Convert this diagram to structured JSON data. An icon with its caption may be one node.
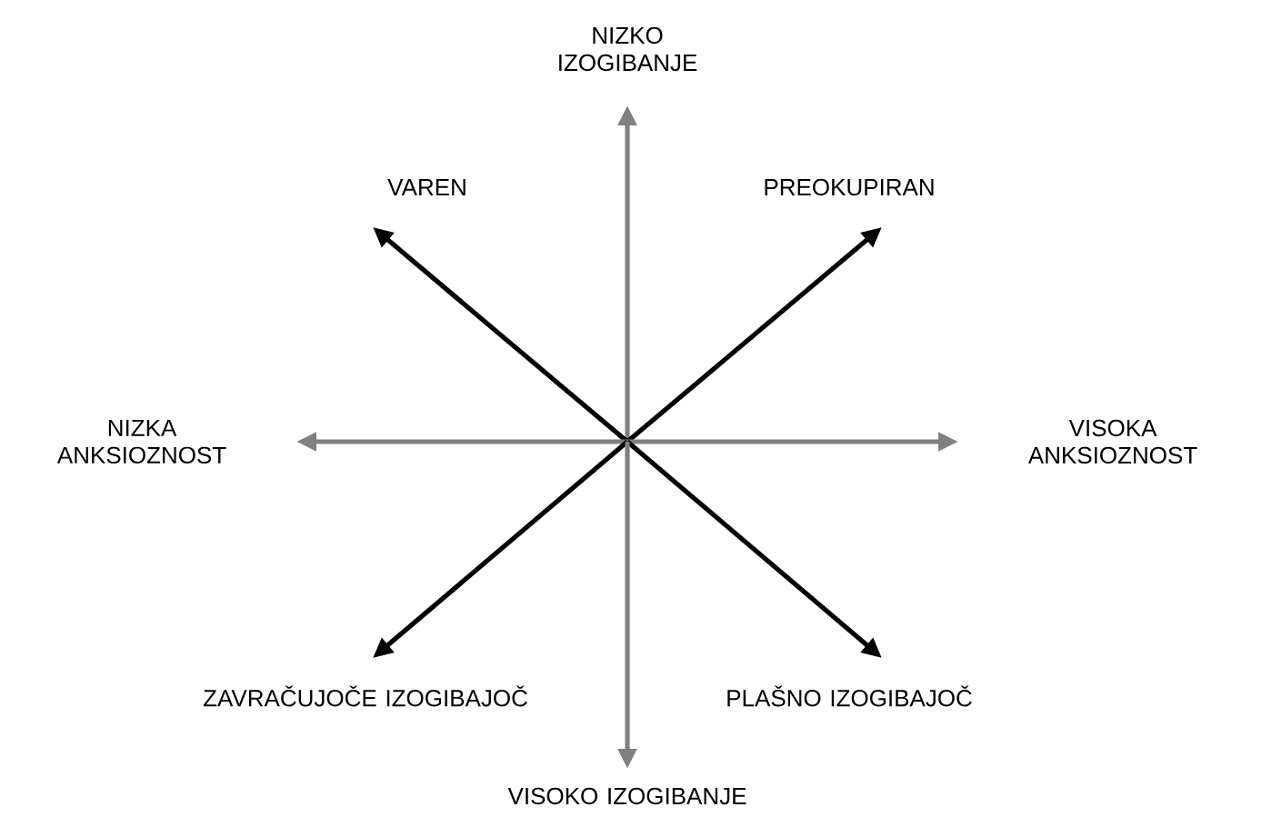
{
  "diagram": {
    "nodes": [
      {
        "text": [
          "NIZKO IZOGIBANJE"
        ]
      },
      {
        "text": [
          "VAREN"
        ]
      },
      {
        "text": [
          "PREOKUPIRAN"
        ]
      },
      {
        "text": [
          "NIZKA ANKSIOZNOST"
        ]
      },
      {
        "text": [
          "VISOKA ANKSIOZNOST"
        ]
      },
      {
        "text": [
          "ZAVRAČUJOČE IZOGIBAJOČ"
        ]
      },
      {
        "text": [
          "PLAŠNO IZOGIBAJOČ"
        ]
      },
      {
        "text": [
          "VISOKO IZOGIBANJE"
        ]
      }
    ],
    "edges": [
      {
        "from": null,
        "to": 0,
        "arrow": "to"
      },
      {
        "from": null,
        "to": 1,
        "arrow": "to",
        "color": "#000000"
      },
      {
        "from": null,
        "to": 2,
        "arrow": "to",
        "color": "#000000"
      },
      {
        "from": null,
        "to": 3,
        "arrow": "to"
      },
      {
        "from": null,
        "to": 4,
        "arrow": "to"
      },
      {
        "from": null,
        "to": 5,
        "arrow": "to",
        "color": "#000000"
      },
      {
        "from": null,
        "to": 6,
        "arrow": "to",
        "color": "#000000"
      },
      {
        "from": null,
        "to": 7,
        "arrow": "to"
      }
    ]
  }
}
